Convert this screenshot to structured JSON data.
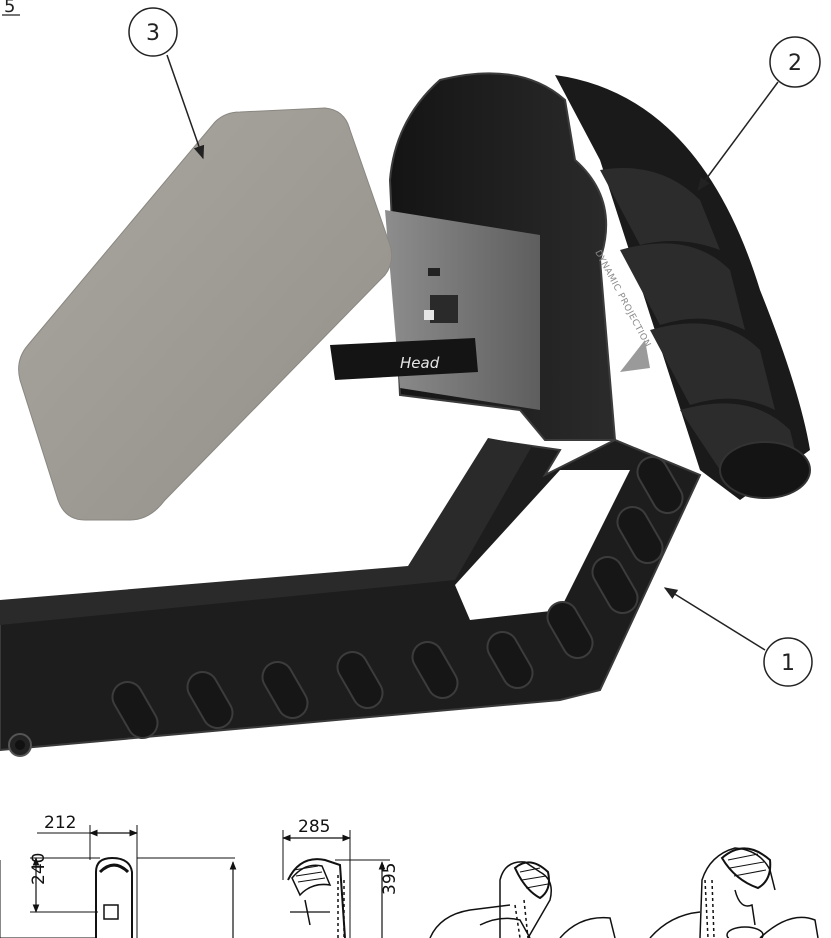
{
  "corner_mark": "5",
  "callouts": {
    "c1": "1",
    "c2": "2",
    "c3": "3"
  },
  "device": {
    "arm_label": "Head",
    "brand_text": "DYNAMIC PROJECTION"
  },
  "dimensions": {
    "width_a": "212",
    "height_a": "240",
    "width_b": "285",
    "height_b": "395"
  },
  "colors": {
    "body": "#1e1e1e",
    "body_edge": "#3a3a3a",
    "screen": "#9e9a94",
    "line": "#222222"
  }
}
